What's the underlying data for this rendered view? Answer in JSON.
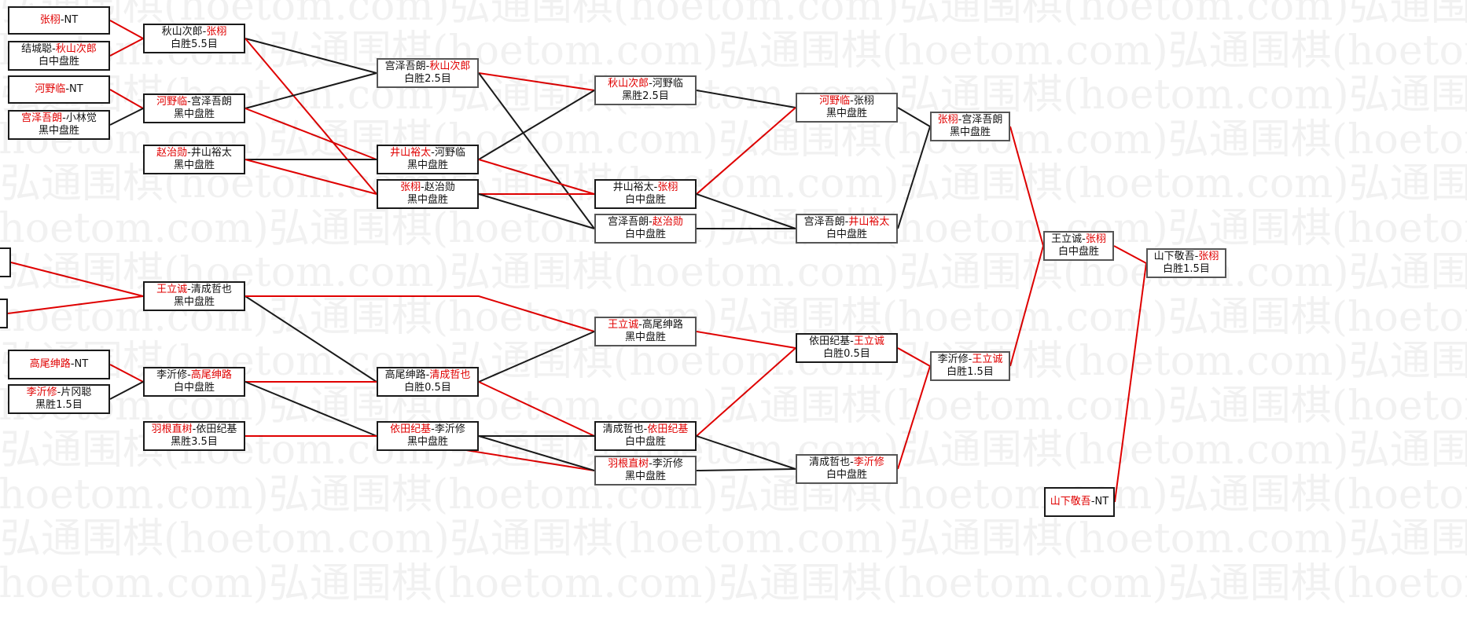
{
  "watermark": "弘通围棋(hoetom.com)",
  "colors": {
    "winner": "#e00000",
    "line_red": "#e00000",
    "line_black": "#1a1a1a",
    "text": "#111111"
  },
  "matches": [
    {
      "id": "r1a",
      "p1": "张栩",
      "p2": "NT",
      "winner": 1,
      "result": ""
    },
    {
      "id": "r1b",
      "p1": "结城聪",
      "p2": "秋山次郎",
      "winner": 2,
      "result": "白中盘胜"
    },
    {
      "id": "r1c",
      "p1": "河野临",
      "p2": "NT",
      "winner": 1,
      "result": ""
    },
    {
      "id": "r1d",
      "p1": "宫泽吾朗",
      "p2": "小林觉",
      "winner": 1,
      "result": "黑中盘胜"
    },
    {
      "id": "r1e",
      "p1": "",
      "p2": "",
      "winner": 0,
      "result": ""
    },
    {
      "id": "r1f",
      "p1": "",
      "p2": "",
      "winner": 0,
      "result": ""
    },
    {
      "id": "r1g",
      "p1": "高尾绅路",
      "p2": "NT",
      "winner": 1,
      "result": ""
    },
    {
      "id": "r1h",
      "p1": "李沂修",
      "p2": "片冈聪",
      "winner": 1,
      "result": "黑胜1.5目"
    },
    {
      "id": "r2a",
      "p1": "秋山次郎",
      "p2": "张栩",
      "winner": 2,
      "result": "白胜5.5目"
    },
    {
      "id": "r2b",
      "p1": "河野临",
      "p2": "宫泽吾朗",
      "winner": 1,
      "result": "黑中盘胜"
    },
    {
      "id": "r2c",
      "p1": "赵治勋",
      "p2": "井山裕太",
      "winner": 1,
      "result": "黑中盘胜"
    },
    {
      "id": "r2d",
      "p1": "王立诚",
      "p2": "清成哲也",
      "winner": 1,
      "result": "黑中盘胜"
    },
    {
      "id": "r2e",
      "p1": "李沂修",
      "p2": "高尾绅路",
      "winner": 2,
      "result": "白中盘胜"
    },
    {
      "id": "r2f",
      "p1": "羽根直树",
      "p2": "依田纪基",
      "winner": 1,
      "result": "黑胜3.5目"
    },
    {
      "id": "r3a",
      "p1": "宫泽吾朗",
      "p2": "秋山次郎",
      "winner": 2,
      "result": "白胜2.5目"
    },
    {
      "id": "r3b",
      "p1": "井山裕太",
      "p2": "河野临",
      "winner": 1,
      "result": "黑中盘胜"
    },
    {
      "id": "r3c",
      "p1": "张栩",
      "p2": "赵治勋",
      "winner": 1,
      "result": "黑中盘胜"
    },
    {
      "id": "r3d",
      "p1": "高尾绅路",
      "p2": "清成哲也",
      "winner": 2,
      "result": "白胜0.5目"
    },
    {
      "id": "r3e",
      "p1": "依田纪基",
      "p2": "李沂修",
      "winner": 1,
      "result": "黑中盘胜"
    },
    {
      "id": "r4a",
      "p1": "秋山次郎",
      "p2": "河野临",
      "winner": 1,
      "result": "黑胜2.5目"
    },
    {
      "id": "r4b",
      "p1": "井山裕太",
      "p2": "张栩",
      "winner": 2,
      "result": "白中盘胜"
    },
    {
      "id": "r4c",
      "p1": "宫泽吾朗",
      "p2": "赵治勋",
      "winner": 2,
      "result": "白中盘胜"
    },
    {
      "id": "r4d",
      "p1": "王立诚",
      "p2": "高尾绅路",
      "winner": 1,
      "result": "黑中盘胜"
    },
    {
      "id": "r4e",
      "p1": "清成哲也",
      "p2": "依田纪基",
      "winner": 2,
      "result": "白中盘胜"
    },
    {
      "id": "r4f",
      "p1": "羽根直树",
      "p2": "李沂修",
      "winner": 1,
      "result": "黑中盘胜"
    },
    {
      "id": "r5a",
      "p1": "河野临",
      "p2": "张栩",
      "winner": 1,
      "result": "黑中盘胜"
    },
    {
      "id": "r5b",
      "p1": "宫泽吾朗",
      "p2": "井山裕太",
      "winner": 2,
      "result": "白中盘胜"
    },
    {
      "id": "r5c",
      "p1": "依田纪基",
      "p2": "王立诚",
      "winner": 2,
      "result": "白胜0.5目"
    },
    {
      "id": "r5d",
      "p1": "清成哲也",
      "p2": "李沂修",
      "winner": 2,
      "result": "白中盘胜"
    },
    {
      "id": "r6a",
      "p1": "张栩",
      "p2": "宫泽吾朗",
      "winner": 1,
      "result": "黑中盘胜"
    },
    {
      "id": "r6b",
      "p1": "李沂修",
      "p2": "王立诚",
      "winner": 2,
      "result": "白胜1.5目"
    },
    {
      "id": "r7a",
      "p1": "王立诚",
      "p2": "张栩",
      "winner": 2,
      "result": "白中盘胜"
    },
    {
      "id": "r7b",
      "p1": "山下敬吾",
      "p2": "NT",
      "winner": 1,
      "result": ""
    },
    {
      "id": "r8a",
      "p1": "山下敬吾",
      "p2": "张栩",
      "winner": 2,
      "result": "白胜1.5目"
    }
  ],
  "connections": [
    [
      "r1a",
      "r2a",
      "red"
    ],
    [
      "r1b",
      "r2a",
      "red"
    ],
    [
      "r1c",
      "r2b",
      "red"
    ],
    [
      "r1d",
      "r2b",
      "black"
    ],
    [
      "r1e",
      "r2d",
      "red"
    ],
    [
      "r1f",
      "r2d",
      "red"
    ],
    [
      "r1g",
      "r2e",
      "red"
    ],
    [
      "r1h",
      "r2e",
      "black"
    ],
    [
      "r2a",
      "r3a",
      "black"
    ],
    [
      "r2a",
      "r3c",
      "red"
    ],
    [
      "r2b",
      "r3a",
      "black"
    ],
    [
      "r2b",
      "r3b",
      "red"
    ],
    [
      "r2c",
      "r3b",
      "black"
    ],
    [
      "r2c",
      "r3c",
      "red"
    ],
    [
      "r2d",
      "r3d",
      "black"
    ],
    [
      "r2d",
      "r4d",
      "red"
    ],
    [
      "r2e",
      "r3d",
      "red"
    ],
    [
      "r2e",
      "r3e",
      "black"
    ],
    [
      "r2f",
      "r3e",
      "black"
    ],
    [
      "r2f",
      "r4f",
      "red"
    ],
    [
      "r3a",
      "r4a",
      "red"
    ],
    [
      "r3a",
      "r4c",
      "black"
    ],
    [
      "r3b",
      "r4a",
      "black"
    ],
    [
      "r3b",
      "r4b",
      "red"
    ],
    [
      "r3c",
      "r4b",
      "red"
    ],
    [
      "r3c",
      "r4c",
      "black"
    ],
    [
      "r3d",
      "r4d",
      "black"
    ],
    [
      "r3d",
      "r4e",
      "red"
    ],
    [
      "r3e",
      "r4e",
      "black"
    ],
    [
      "r3e",
      "r4f",
      "black"
    ],
    [
      "r4a",
      "r5a",
      "black"
    ],
    [
      "r4b",
      "r5a",
      "red"
    ],
    [
      "r4b",
      "r5b",
      "black"
    ],
    [
      "r4c",
      "r5b",
      "black"
    ],
    [
      "r4d",
      "r5c",
      "red"
    ],
    [
      "r4e",
      "r5c",
      "red"
    ],
    [
      "r4e",
      "r5d",
      "black"
    ],
    [
      "r4f",
      "r5d",
      "black"
    ],
    [
      "r5a",
      "r6a",
      "black"
    ],
    [
      "r5b",
      "r6a",
      "black"
    ],
    [
      "r5c",
      "r6b",
      "red"
    ],
    [
      "r5d",
      "r6b",
      "red"
    ],
    [
      "r6a",
      "r7a",
      "red"
    ],
    [
      "r6b",
      "r7a",
      "red"
    ],
    [
      "r7a",
      "r8a",
      "red"
    ],
    [
      "r7b",
      "r8a",
      "red"
    ]
  ]
}
